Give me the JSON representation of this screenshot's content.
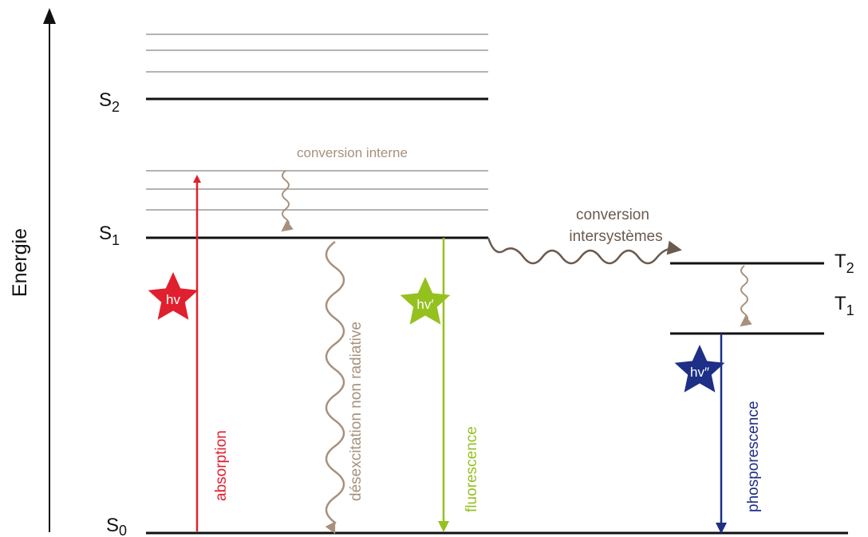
{
  "axis": {
    "label": "Energie"
  },
  "levels": {
    "S0": {
      "letter": "S",
      "index": "0"
    },
    "S1": {
      "letter": "S",
      "index": "1"
    },
    "S2": {
      "letter": "S",
      "index": "2"
    },
    "T1": {
      "letter": "T",
      "index": "1"
    },
    "T2": {
      "letter": "T",
      "index": "2"
    }
  },
  "processes": {
    "absorption": "absorption",
    "internal_conversion": "conversion interne",
    "intersystem_line1": "conversion",
    "intersystem_line2": "intersystèmes",
    "nonradiative": "désexcitation non radiative",
    "fluorescence": "fluorescence",
    "phosphorescence": "phosporescence"
  },
  "photons": {
    "absorption": "hv",
    "fluorescence": "hv′",
    "phosphorescence": "hv″"
  },
  "colors": {
    "absorption": "#e0202e",
    "fluorescence": "#95c11f",
    "phosphorescence": "#1d2f86",
    "nonradiative": "#a8907c",
    "conversion_text": "#6b5a4e",
    "vibrational": "#b3b3b3",
    "level": "#111111"
  }
}
